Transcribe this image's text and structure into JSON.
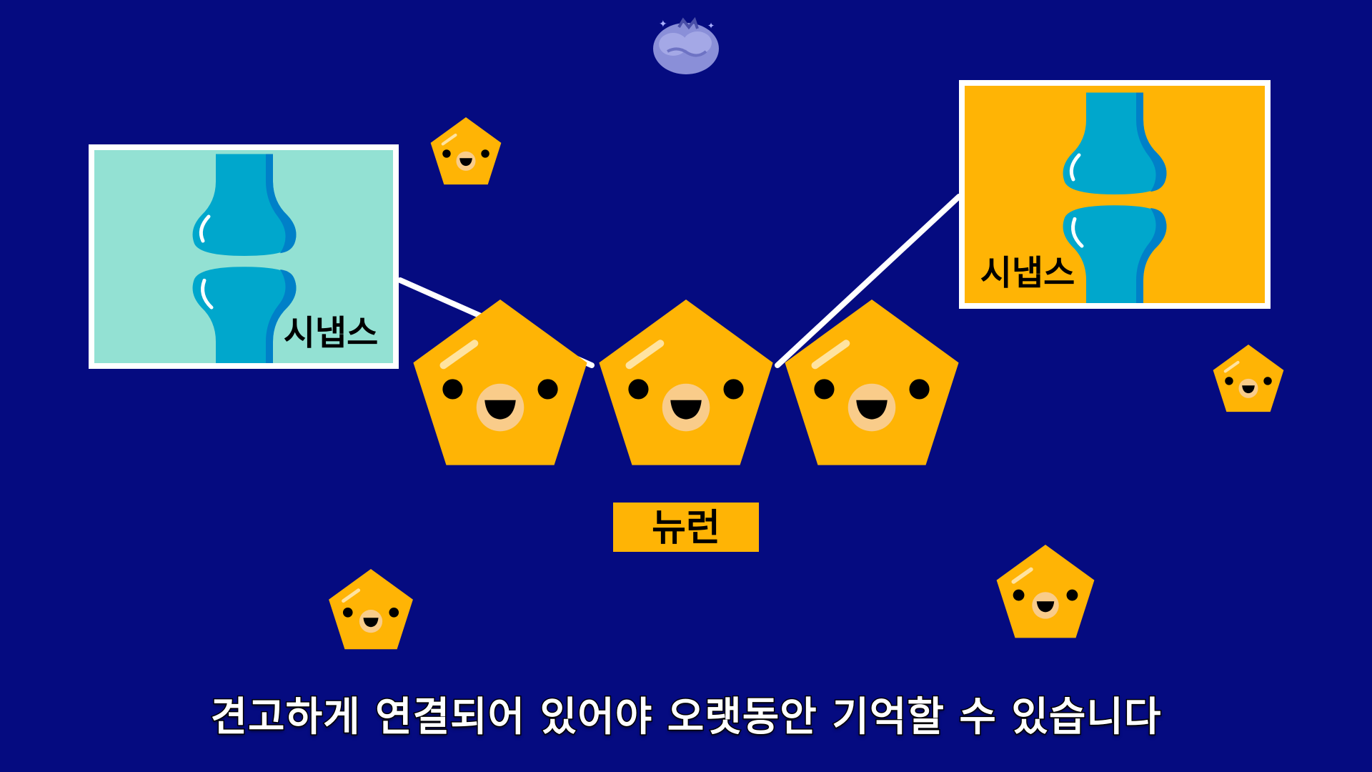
{
  "scene": {
    "synapse_left_label": "시냅스",
    "synapse_right_label": "시냅스",
    "neuron_label": "뉴런",
    "subtitle": "견고하게 연결되어 있어야 오랫동안 기억할 수 있습니다"
  },
  "icons": {
    "top": "brain-icon",
    "characters": "pentagon-neuron-icon",
    "synapse": "synapse-icon"
  },
  "colors": {
    "background": "#050b80",
    "neuron": "#ffb405",
    "left_panel": "#93e1d3",
    "right_panel": "#ffb405",
    "synapse": "#00a7cc",
    "label_box": "#ffb405",
    "subtitle": "#ffffff"
  }
}
